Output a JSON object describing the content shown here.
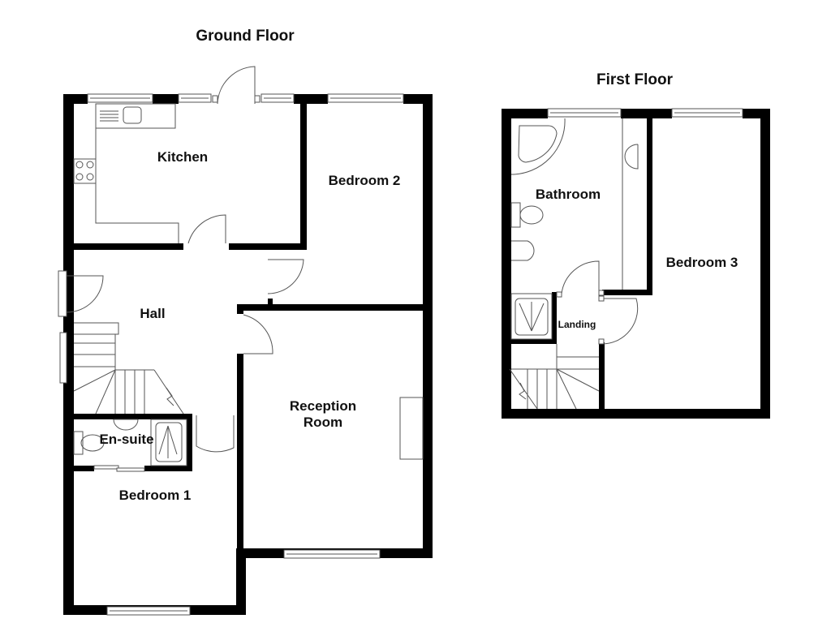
{
  "floors": [
    {
      "title": "Ground Floor",
      "rooms": [
        {
          "name": "Kitchen"
        },
        {
          "name": "Bedroom 2"
        },
        {
          "name": "Hall"
        },
        {
          "name": "Reception Room",
          "line1": "Reception",
          "line2": "Room"
        },
        {
          "name": "En-suite"
        },
        {
          "name": "Bedroom 1"
        }
      ]
    },
    {
      "title": "First Floor",
      "rooms": [
        {
          "name": "Bathroom"
        },
        {
          "name": "Bedroom 3"
        },
        {
          "name": "Landing"
        }
      ]
    }
  ],
  "colors": {
    "wall": "#000000",
    "fixture_line": "#555555",
    "background": "#ffffff"
  }
}
